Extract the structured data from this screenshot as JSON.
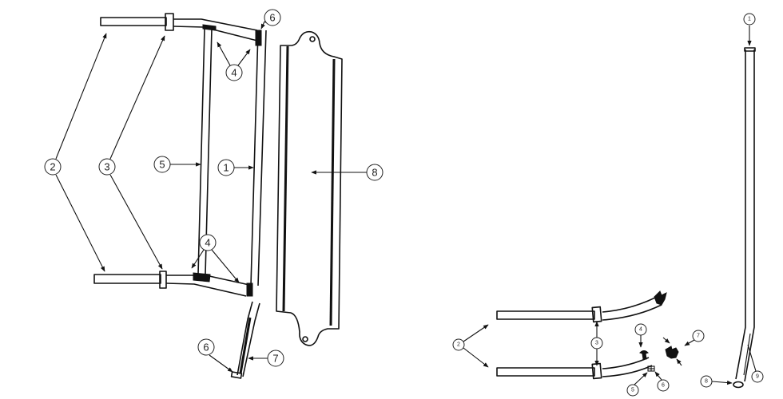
{
  "diagram": {
    "type": "exploded parts diagram",
    "left_view": {
      "callouts": [
        "6",
        "4",
        "2",
        "3",
        "5",
        "1",
        "8",
        "4",
        "6",
        "7"
      ]
    },
    "right_view": {
      "callouts": [
        "1",
        "2",
        "3",
        "4",
        "7",
        "5",
        "6",
        "8",
        "9"
      ]
    }
  }
}
